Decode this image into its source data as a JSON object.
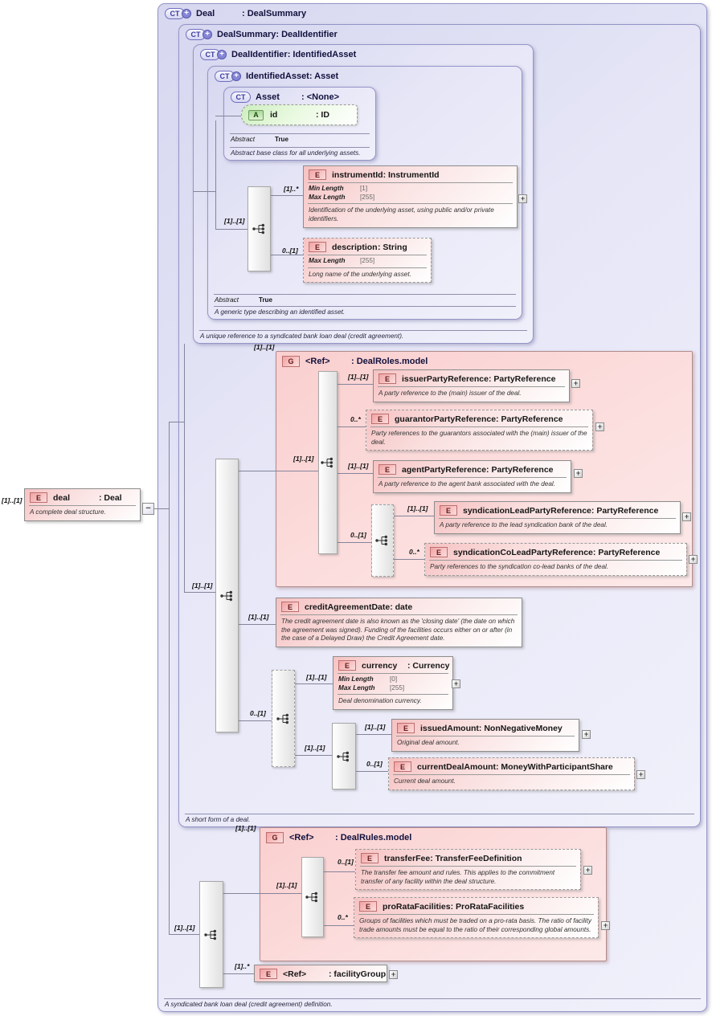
{
  "glyphs": {
    "plus": "+",
    "minus": "−"
  },
  "containers": {
    "deal": {
      "icon": "CT",
      "name": "Deal",
      "type_label": ": DealSummary",
      "footer": "A syndicated bank loan deal (credit agreement) definition."
    },
    "deal_summary": {
      "icon": "CT",
      "name": "DealSummary",
      "type_label": ": DealIdentifier",
      "footer": "A short form of a deal."
    },
    "deal_identifier": {
      "icon": "CT",
      "name": "DealIdentifier",
      "type_label": ": IdentifiedAsset",
      "footer": "A unique reference to a syndicated bank loan deal (credit agreement)."
    },
    "identified_asset": {
      "icon": "CT",
      "name": "IdentifiedAsset",
      "type_label": ": Asset",
      "abstract_label": "Abstract",
      "abstract_value": "True",
      "footer": "A generic type describing an identified asset."
    },
    "asset": {
      "icon": "CT",
      "name": "Asset",
      "type_label": ": <None>",
      "abstract_label": "Abstract",
      "abstract_value": "True",
      "footer": "Abstract base class for all underlying assets."
    }
  },
  "attribute": {
    "icon": "A",
    "name": "id",
    "type_label": ": ID"
  },
  "groups": {
    "deal_roles": {
      "icon": "G",
      "name": "<Ref>",
      "type_label": ": DealRoles.model",
      "cardinality": "[1]..[1]",
      "seq_cardinality": "[1]..[1]"
    },
    "deal_rules": {
      "icon": "G",
      "name": "<Ref>",
      "type_label": ": DealRules.model",
      "cardinality": "[1]..[1]",
      "seq_cardinality": "[1]..[1]"
    }
  },
  "sequences": {
    "identified_asset_seq": "[1]..[1]",
    "main_seq": "[1]..[1]",
    "currency_group": "0..[1]",
    "amounts_seq": "[1]..[1]",
    "syndication_group": "0..[1]",
    "deal_content_seq": "[1]..[1]"
  },
  "elements": {
    "deal_ref": {
      "icon": "E",
      "name": "deal",
      "type_label": ": Deal",
      "cardinality": "[1]..[1]",
      "description": "A complete deal structure."
    },
    "instrument_id": {
      "icon": "E",
      "name": "instrumentId",
      "type_label": ": InstrumentId",
      "cardinality": "[1]..*",
      "facets": [
        {
          "label": "Min Length",
          "value": "[1]"
        },
        {
          "label": "Max Length",
          "value": "[255]"
        }
      ],
      "description": "Identification of the underlying asset, using public and/or private identifiers."
    },
    "description_el": {
      "icon": "E",
      "name": "description",
      "type_label": ": String",
      "cardinality": "0..[1]",
      "facets": [
        {
          "label": "Max Length",
          "value": "[255]"
        }
      ],
      "description": "Long name of the underlying asset."
    },
    "issuer": {
      "icon": "E",
      "name": "issuerPartyReference",
      "type_label": ": PartyReference",
      "cardinality": "[1]..[1]",
      "description": "A party reference to the (main) issuer of the deal."
    },
    "guarantor": {
      "icon": "E",
      "name": "guarantorPartyReference",
      "type_label": ": PartyReference",
      "cardinality": "0..*",
      "description": "Party references to the guarantors associated with the (main) issuer of the deal."
    },
    "agent": {
      "icon": "E",
      "name": "agentPartyReference",
      "type_label": ": PartyReference",
      "cardinality": "[1]..[1]",
      "description": "A party reference to the agent bank associated with the deal."
    },
    "synd_lead": {
      "icon": "E",
      "name": "syndicationLeadPartyReference",
      "type_label": ": PartyReference",
      "cardinality": "[1]..[1]",
      "description": "A party reference to the lead syndication bank of the deal."
    },
    "synd_colead": {
      "icon": "E",
      "name": "syndicationCoLeadPartyReference",
      "type_label": ": PartyReference",
      "cardinality": "0..*",
      "description": "Party references to the syndication co-lead banks of the deal."
    },
    "credit_agreement_date": {
      "icon": "E",
      "name": "creditAgreementDate",
      "type_label": ": date",
      "cardinality": "[1]..[1]",
      "description": "The credit agreement date is also known as the 'closing date' (the date on which the agreement was signed). Funding of the facilities occurs either on or after (in the case of a Delayed Draw) the Credit Agreement date."
    },
    "currency": {
      "icon": "E",
      "name": "currency",
      "type_label": ": Currency",
      "cardinality": "[1]..[1]",
      "facets": [
        {
          "label": "Min Length",
          "value": "[0]"
        },
        {
          "label": "Max Length",
          "value": "[255]"
        }
      ],
      "description": "Deal denomination currency."
    },
    "issued_amount": {
      "icon": "E",
      "name": "issuedAmount",
      "type_label": ": NonNegativeMoney",
      "cardinality": "[1]..[1]",
      "description": "Original deal amount."
    },
    "current_deal_amount": {
      "icon": "E",
      "name": "currentDealAmount",
      "type_label": ": MoneyWithParticipantShare",
      "cardinality": "0..[1]",
      "description": "Current deal amount."
    },
    "transfer_fee": {
      "icon": "E",
      "name": "transferFee",
      "type_label": ": TransferFeeDefinition",
      "cardinality": "0..[1]",
      "description": "The transfer fee amount and rules. This applies to the commitment transfer of any facility within the deal structure."
    },
    "pro_rata_facilities": {
      "icon": "E",
      "name": "proRataFacilities",
      "type_label": ": ProRataFacilities",
      "cardinality": "0..*",
      "description": "Groups of facilities which must be traded on a pro-rata basis. The ratio of facility trade amounts must be equal to the ratio of their corresponding global amounts."
    },
    "facility_group": {
      "icon": "E",
      "name": "<Ref>",
      "type_label": ": facilityGroup",
      "cardinality": "[1]..*"
    }
  }
}
